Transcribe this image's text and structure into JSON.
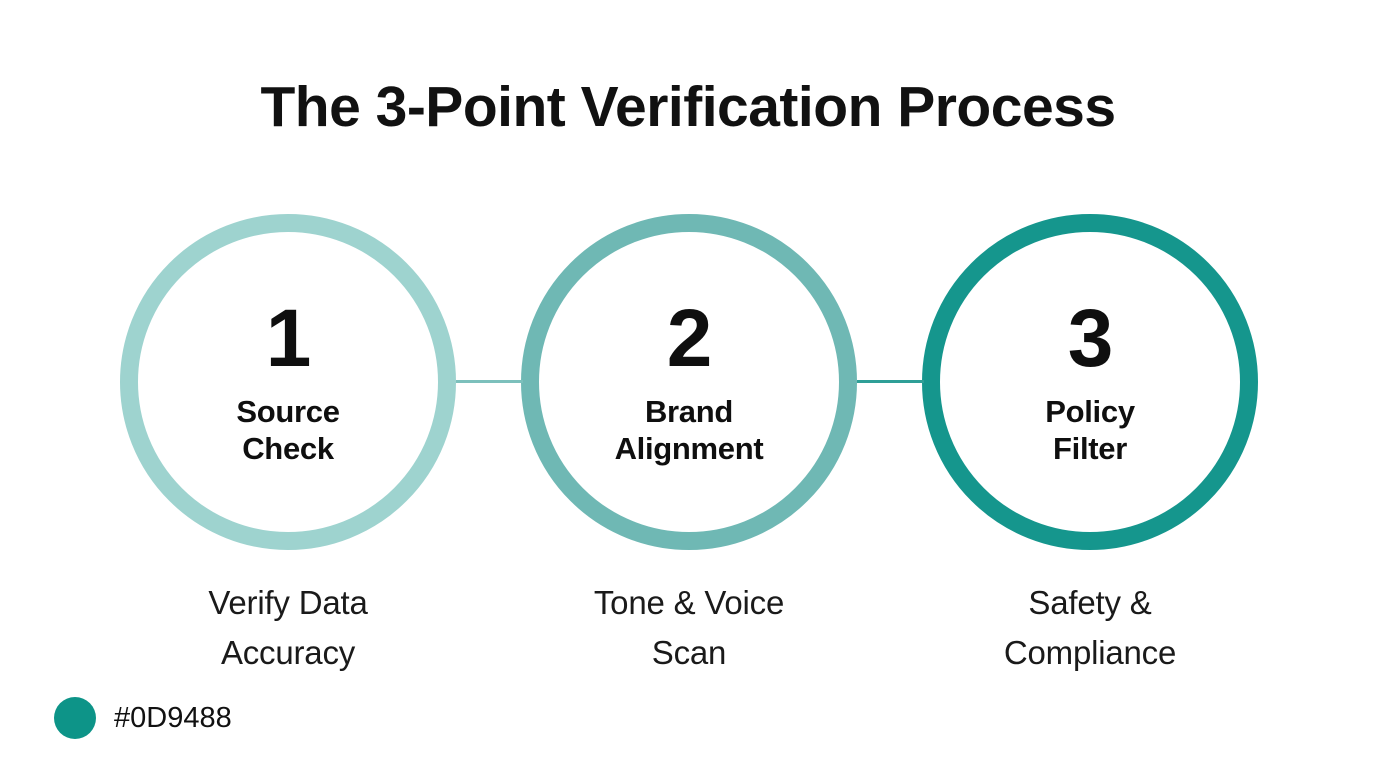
{
  "page": {
    "title": "The 3-Point Verification Process",
    "background_color": "#FFFFFF",
    "text_color": "#111111"
  },
  "steps": [
    {
      "number": "1",
      "label": "Source\nCheck",
      "caption": "Verify Data\nAccuracy",
      "ring_color": "#9ED3CF"
    },
    {
      "number": "2",
      "label": "Brand\nAlignment",
      "caption": "Tone & Voice\nScan",
      "ring_color": "#6FB8B4"
    },
    {
      "number": "3",
      "label": "Policy\nFilter",
      "caption": "Safety &\nCompliance",
      "ring_color": "#15968D"
    }
  ],
  "connectors": [
    {
      "color": "#7CC0BC"
    },
    {
      "color": "#2F9F97"
    }
  ],
  "legend": {
    "swatch_color": "#0D9488",
    "hex_label": "#0D9488"
  }
}
